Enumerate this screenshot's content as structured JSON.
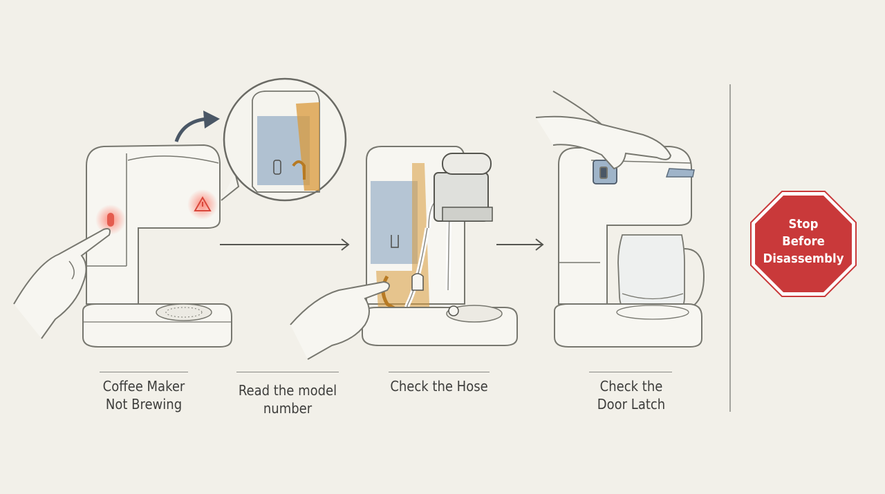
{
  "steps": [
    {
      "line1": "Coffee Maker",
      "line2": "Not Brewing"
    },
    {
      "line1": "Read the model",
      "line2": "number"
    },
    {
      "line1": "Check the Hose",
      "line2": ""
    },
    {
      "line1": "Check the",
      "line2": "Door Latch"
    }
  ],
  "stop_sign": {
    "line1": "Stop",
    "line2": "Before",
    "line3": "Disassembly",
    "color": "#c9393a"
  },
  "colors": {
    "background": "#f2f0e9",
    "ink": "#6f6f6b",
    "highlight": "#d99a3b",
    "water": "#9fb4c9",
    "alert": "#e45b4e"
  },
  "icons": [
    "warning-icon",
    "indicator-light-icon",
    "arrow-right-icon",
    "curved-arrow-icon",
    "stop-sign-icon",
    "hand-icon"
  ]
}
